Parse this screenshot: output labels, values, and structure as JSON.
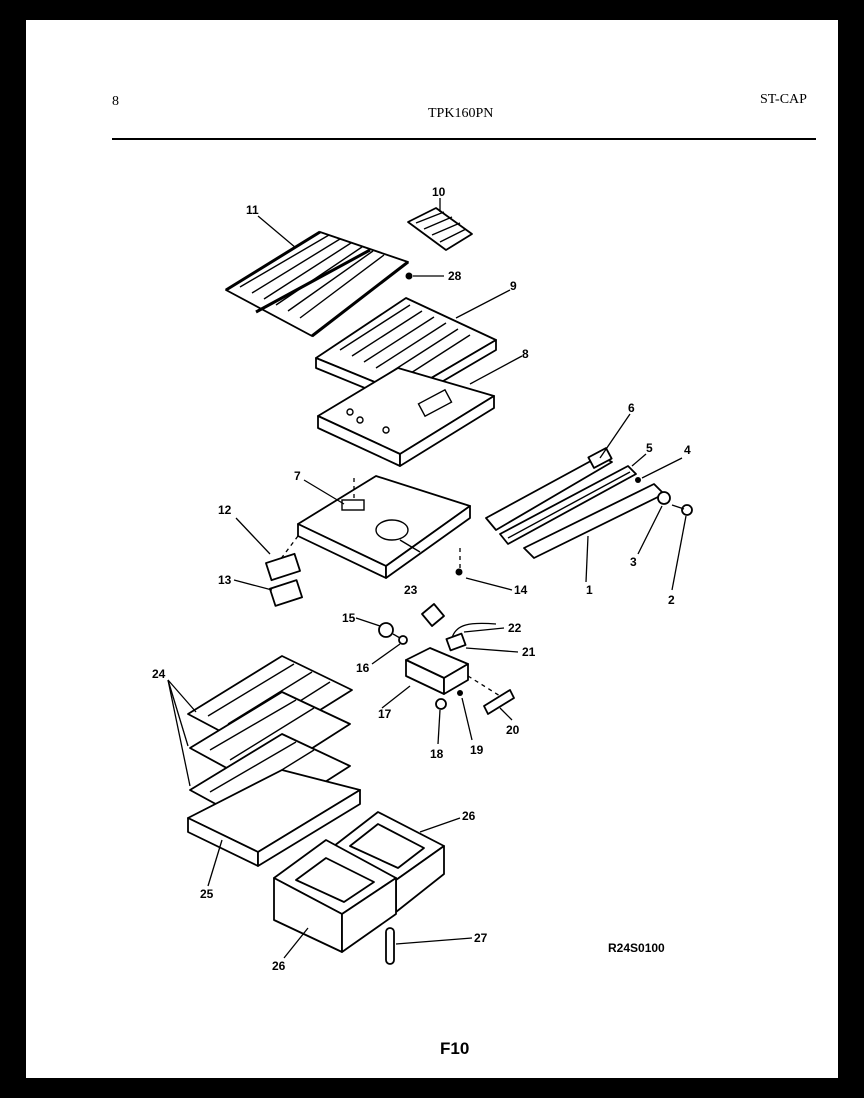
{
  "header": {
    "page_number": "8",
    "model": "TPK160PN",
    "section": "ST-CAP"
  },
  "diagram": {
    "callouts": [
      "1",
      "2",
      "3",
      "4",
      "5",
      "6",
      "7",
      "8",
      "9",
      "10",
      "11",
      "12",
      "13",
      "14",
      "15",
      "16",
      "17",
      "18",
      "19",
      "20",
      "21",
      "22",
      "23",
      "24",
      "25",
      "26",
      "26",
      "27",
      "28"
    ],
    "drawing_code": "R24S0100",
    "figure_label": "F10"
  }
}
